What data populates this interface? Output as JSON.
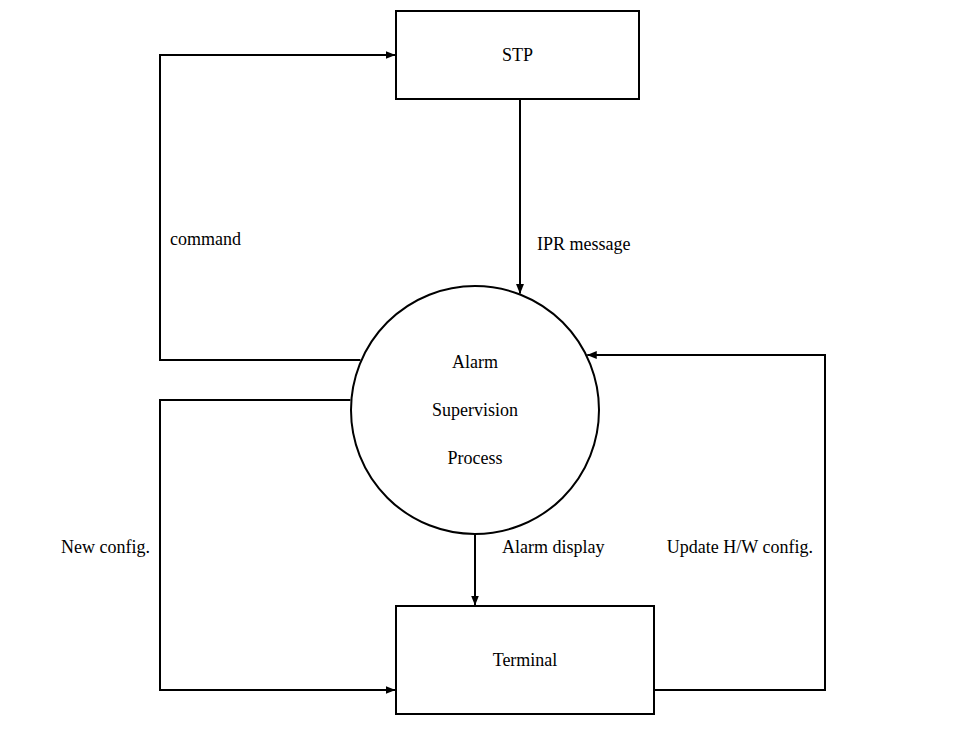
{
  "diagram": {
    "nodes": [
      {
        "text": [
          "STP"
        ]
      },
      {
        "text": [
          "Alarm Supervision Process"
        ]
      },
      {
        "text": [
          "Terminal"
        ]
      }
    ],
    "edges": [
      {
        "from": 1,
        "to": 0,
        "label": "command",
        "arrow": "to"
      },
      {
        "from": 0,
        "to": 1,
        "label": "IPR message",
        "arrow": "to"
      },
      {
        "from": 1,
        "to": 2,
        "label": "Alarm display",
        "arrow": "to"
      },
      {
        "from": 1,
        "to": 2,
        "label": "New config.",
        "arrow": "to"
      },
      {
        "from": 2,
        "to": 1,
        "label": "Update H/W config.",
        "arrow": "to"
      }
    ]
  }
}
